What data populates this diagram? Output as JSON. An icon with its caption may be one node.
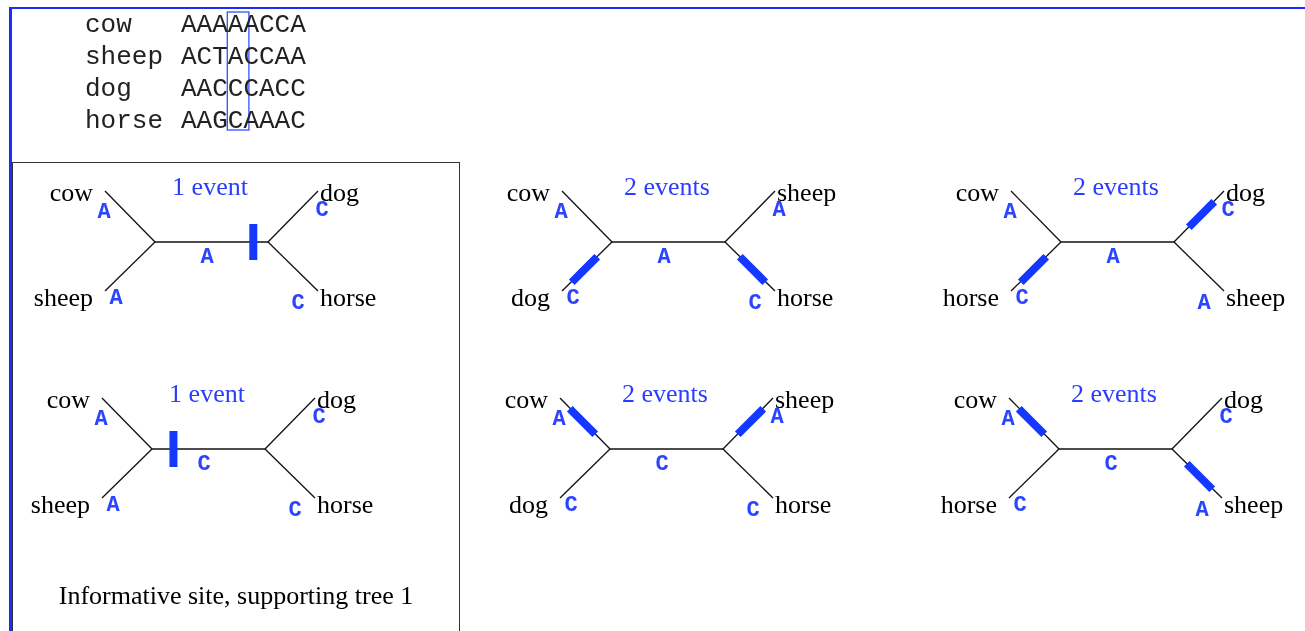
{
  "diagram": {
    "nodes": [
      {
        "text": [
          "Informative site, supporting tree 1"
        ]
      }
    ],
    "labels": [
      "cow",
      "AAAAACCA",
      "sheep",
      "ACTACCAA",
      "dog",
      "AACCCACC",
      "horse",
      "AAGCAAAC",
      "1 event",
      "cow",
      "A",
      "dog",
      "C",
      "A",
      "sheep",
      "A",
      "horse",
      "C",
      "2 events",
      "cow",
      "A",
      "sheep",
      "A",
      "A",
      "dog",
      "C",
      "horse",
      "C",
      "2 events",
      "cow",
      "A",
      "dog",
      "C",
      "A",
      "horse",
      "C",
      "sheep",
      "A",
      "1 event",
      "cow",
      "A",
      "dog",
      "C",
      "C",
      "sheep",
      "A",
      "horse",
      "C",
      "2 events",
      "cow",
      "A",
      "sheep",
      "A",
      "C",
      "dog",
      "C",
      "horse",
      "C",
      "2 events",
      "cow",
      "A",
      "dog",
      "C",
      "C",
      "horse",
      "C",
      "sheep",
      "A"
    ]
  }
}
